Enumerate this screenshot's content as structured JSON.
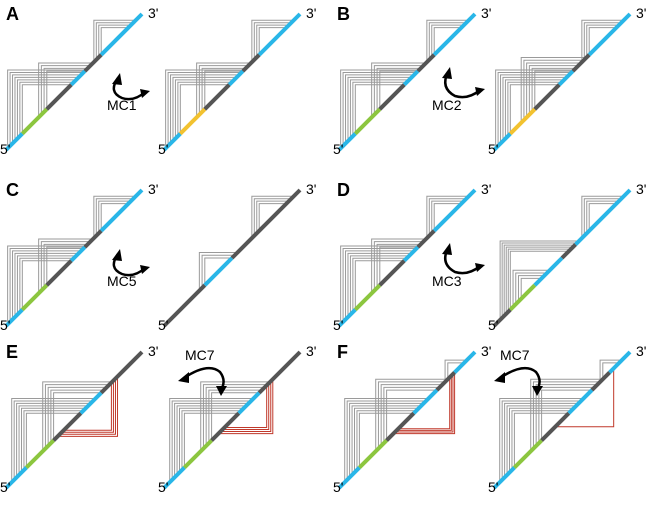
{
  "colors": {
    "backbone": "#555555",
    "blue": "#29b6e8",
    "green": "#8cc63f",
    "yellow": "#f2c230",
    "arc_gray": "#9a9a9a",
    "arc_red": "#c0392b",
    "arrow": "#000000"
  },
  "labels": {
    "five_prime": "5'",
    "three_prime": "3'"
  },
  "panels": [
    {
      "id": "A",
      "label": "A",
      "move": "MC1"
    },
    {
      "id": "B",
      "label": "B",
      "move": "MC2"
    },
    {
      "id": "C",
      "label": "C",
      "move": "MC5"
    },
    {
      "id": "D",
      "label": "D",
      "move": "MC3"
    },
    {
      "id": "E",
      "label": "E",
      "move": "MC7"
    },
    {
      "id": "F",
      "label": "F",
      "move": "MC7"
    }
  ]
}
